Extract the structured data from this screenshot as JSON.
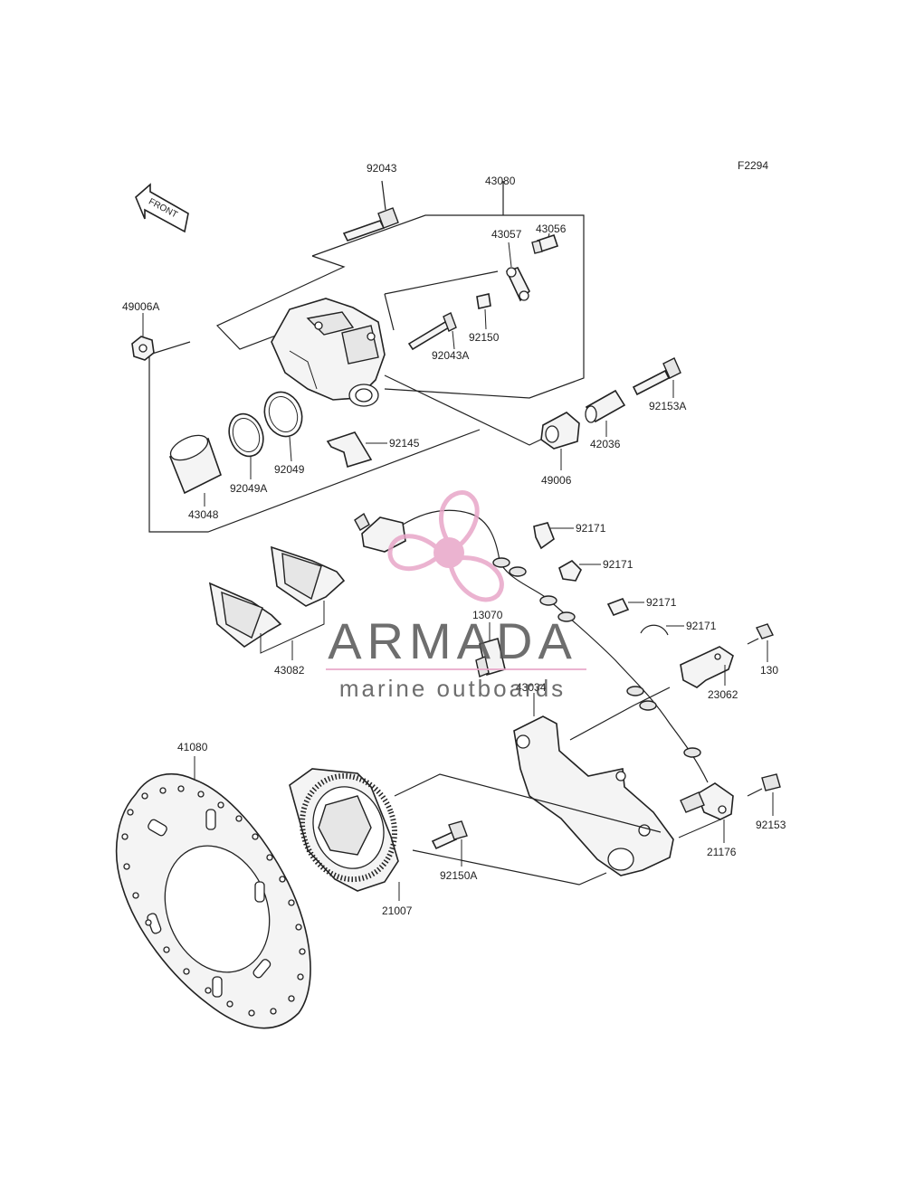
{
  "diagram_code": "F2294",
  "front_arrow_label": "FRONT",
  "parts": {
    "p92043": "92043",
    "p43080": "43080",
    "p43057": "43057",
    "p43056": "43056",
    "p49006A": "49006A",
    "p92150": "92150",
    "p92043A": "92043A",
    "p92153A": "92153A",
    "p92145": "92145",
    "p42036": "42036",
    "p92049": "92049",
    "p92049A": "92049A",
    "p49006": "49006",
    "p43048": "43048",
    "p92171a": "92171",
    "p92171b": "92171",
    "p92171c": "92171",
    "p92171d": "92171",
    "p13070": "13070",
    "p43082": "43082",
    "p130": "130",
    "p43034": "43034",
    "p23062": "23062",
    "p41080": "41080",
    "p92153": "92153",
    "p21176": "21176",
    "p92150A": "92150A",
    "p21007": "21007"
  },
  "watermark": {
    "brand": "ARMADA",
    "tagline": "marine outboards",
    "brand_color": "#555555",
    "accent_color": "#e8a6c8"
  }
}
